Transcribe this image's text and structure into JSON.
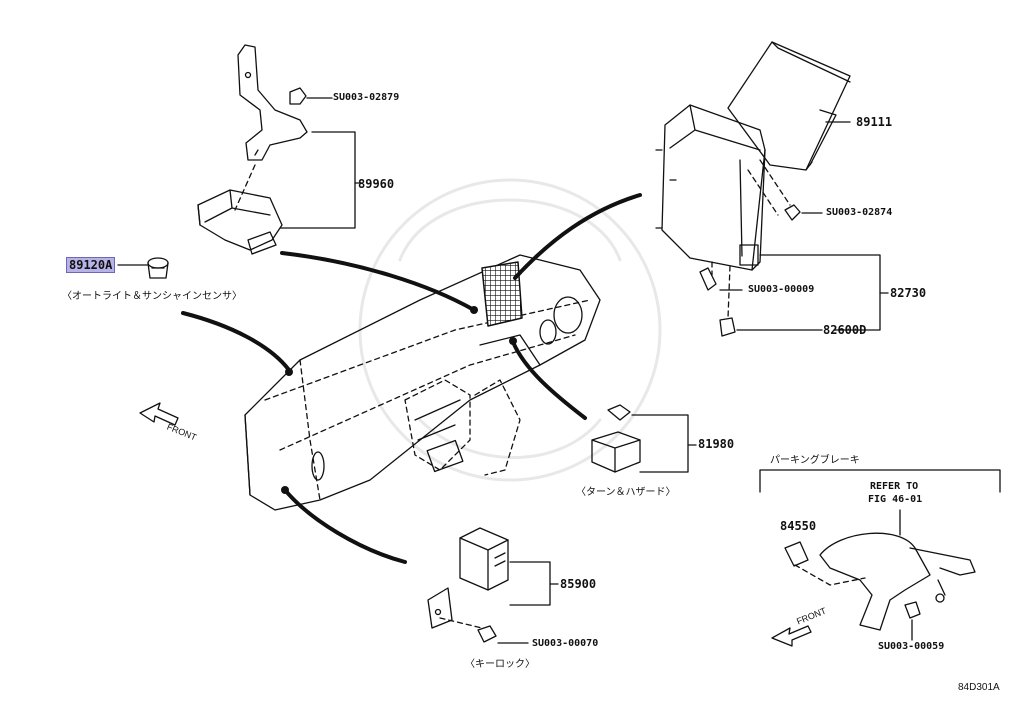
{
  "labels": {
    "p89960": "89960",
    "p89111": "89111",
    "p89120a": "89120A",
    "p82730": "82730",
    "p82600d": "82600D",
    "p81980": "81980",
    "p85900": "85900",
    "p84550": "84550",
    "s02879": "SU003-02879",
    "s02874": "SU003-02874",
    "s00009": "SU003-00009",
    "s00070": "SU003-00070",
    "s00059": "SU003-00059",
    "jp_autolight": "〈オートライト＆サンシャインセンサ〉",
    "jp_turn": "〈ターン＆ハザード〉",
    "jp_keylock": "〈キーロック〉",
    "jp_parking": "パーキングブレーキ",
    "refer_to": "REFER TO",
    "fig": "FIG 46-01",
    "front1": "FRONT",
    "front2": "FRONT",
    "diagram_code": "84D301A"
  },
  "colors": {
    "line": "#111111",
    "highlight": "#b7b3e6",
    "highlight_border": "#6c68b8"
  }
}
